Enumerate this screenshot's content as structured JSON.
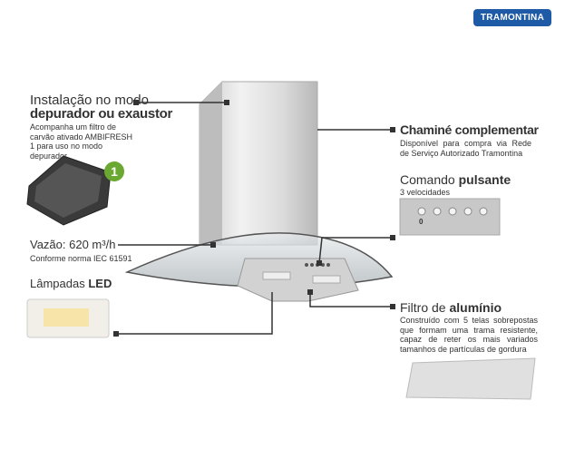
{
  "brand": {
    "logo": "TRAMONTINA",
    "color": "#1f5aa6"
  },
  "left": {
    "installation": {
      "title_regular": "Instalação no modo",
      "title_bold": "depurador ou exaustor",
      "desc": "Acompanha um filtro de carvão ativado AMBIFRESH 1 para uso no modo depurador",
      "badge": "1",
      "badge_color": "#6aa832"
    },
    "flow": {
      "title": "Vazão: 620 m³/h",
      "desc": "Conforme norma IEC 61591"
    },
    "lamps": {
      "title_regular": "Lâmpadas",
      "title_bold": "LED"
    }
  },
  "right": {
    "chimney": {
      "title": "Chaminé complementar",
      "desc": "Disponível para compra via Rede de Serviço Autorizado Tramontina"
    },
    "control": {
      "title_regular": "Comando",
      "title_bold": "pulsante",
      "desc": "3 velocidades",
      "buttons": [
        "0",
        "fan-low",
        "fan-medium",
        "fan-high",
        "light"
      ]
    },
    "filter": {
      "title_regular": "Filtro de",
      "title_bold": "alumínio",
      "desc": "Construído com 5 telas sobrepostas que formam uma trama resistente, capaz de reter os mais variados tamanhos de partículas de gordura"
    }
  }
}
